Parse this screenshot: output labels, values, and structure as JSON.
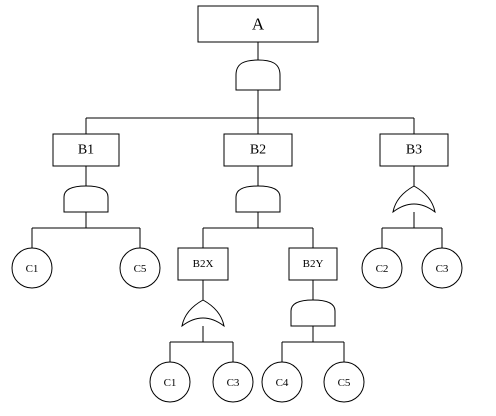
{
  "events": {
    "top": "A",
    "b1": "B1",
    "b2": "B2",
    "b3": "B3",
    "b2x": "B2X",
    "b2y": "B2Y"
  },
  "basic_events": {
    "b1_left": "C1",
    "b1_right": "C5",
    "b3_left": "C2",
    "b3_right": "C3",
    "b2x_left": "C1",
    "b2x_right": "C3",
    "b2y_left": "C4",
    "b2y_right": "C5"
  },
  "gates": {
    "a": "and-gate",
    "b1": "and-gate",
    "b2": "and-gate",
    "b3": "or-gate",
    "b2x": "or-gate",
    "b2y": "and-gate"
  }
}
